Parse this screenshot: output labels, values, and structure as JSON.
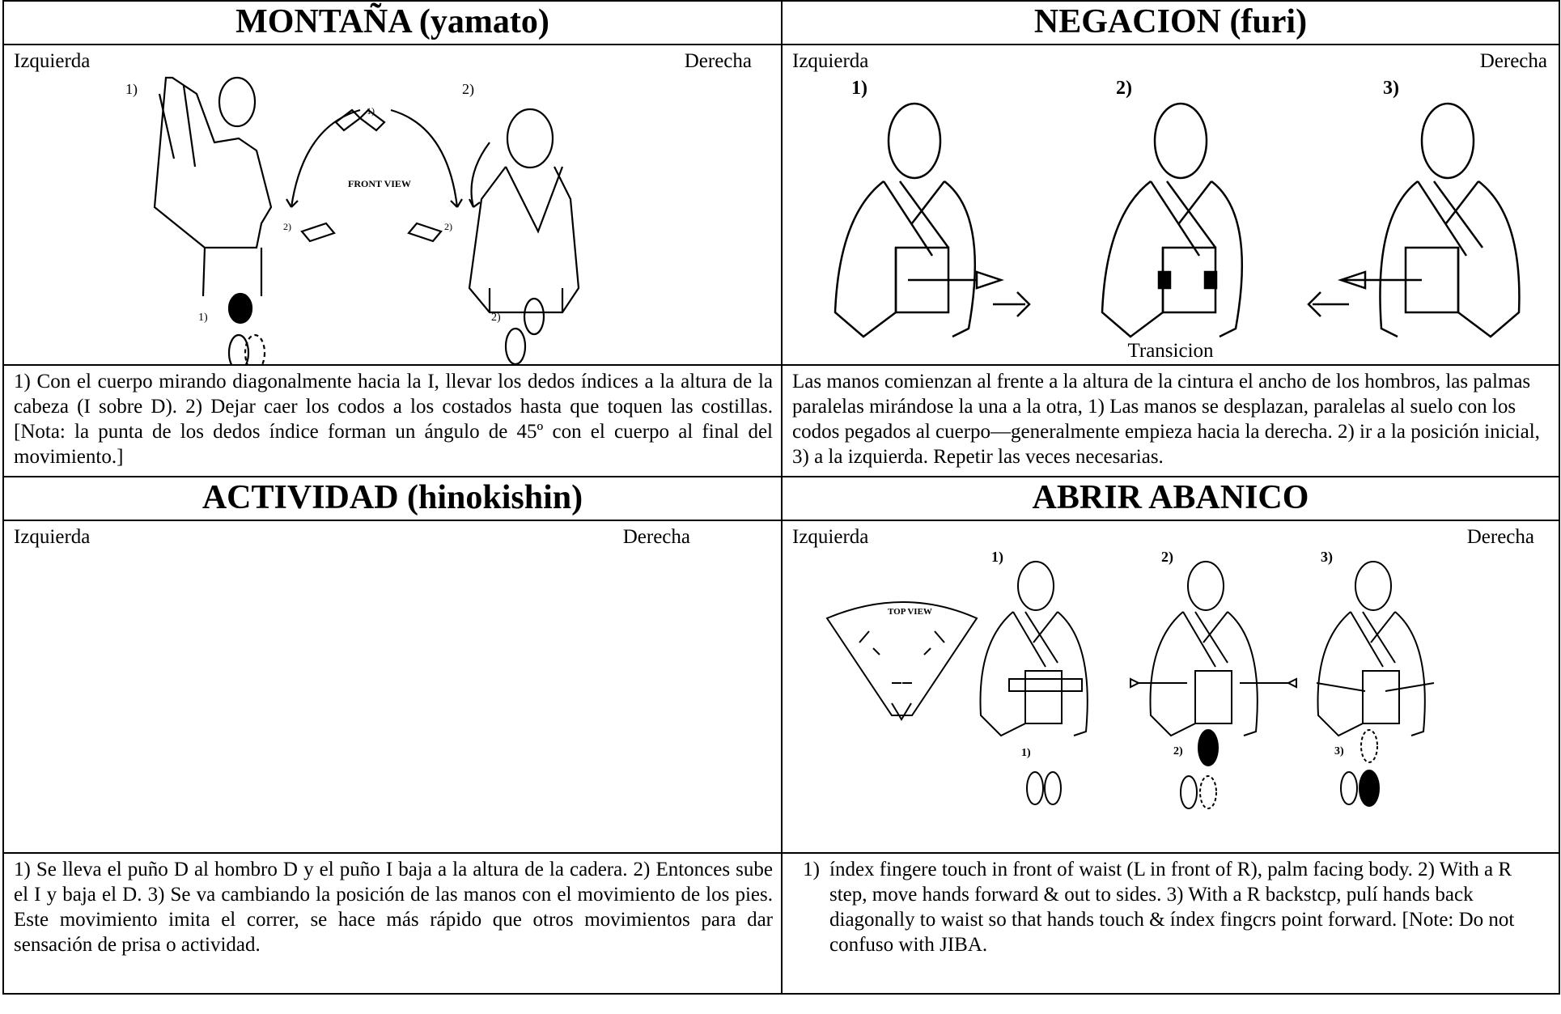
{
  "cells": {
    "montana": {
      "title": "MONTAÑA (yamato)",
      "left_label": "Izquierda",
      "right_label": "Derecha",
      "figure_marks": [
        "1)",
        "1)",
        "2)",
        "2)",
        "2)",
        "2)",
        "1)"
      ],
      "figure_caption": "FRONT VIEW",
      "description": "1) Con el cuerpo mirando diagonalmente hacia la I, llevar los dedos índices a la altura de la cabeza (I sobre D). 2) Dejar caer los codos a los costados hasta que toquen las costillas. [Nota: la punta de los dedos índice forman un ángulo de 45º con el cuerpo al final del movimiento.]"
    },
    "negacion": {
      "title": "NEGACION (furi)",
      "left_label": "Izquierda",
      "right_label": "Derecha",
      "figure_marks": [
        "1)",
        "2)",
        "3)"
      ],
      "transition_label": "Transicion",
      "description": "Las manos comienzan al frente a la altura de la cintura el ancho de los hombros, las palmas paralelas mirándose la una a la otra, 1) Las manos se desplazan, paralelas al suelo con los codos pegados al cuerpo—generalmente empieza hacia la derecha. 2) ir a la posición inicial, 3) a la izquierda. Repetir las veces necesarias."
    },
    "actividad": {
      "title": "ACTIVIDAD (hinokishin)",
      "left_label": "Izquierda",
      "right_label": "Derecha",
      "description": "1) Se lleva el puño D al hombro D y el puño I baja a la altura de la cadera. 2) Entonces sube el I y baja el D. 3) Se va cambiando la posición de las manos con el movimiento de los pies. Este movimiento imita el correr, se hace más rápido que otros movimientos para dar sensación de prisa o actividad."
    },
    "abanico": {
      "title": "ABRIR ABANICO",
      "left_label": "Izquierda",
      "right_label": "Derecha",
      "figure_marks": [
        "1)",
        "2)",
        "3)",
        "1)",
        "2)",
        "3)"
      ],
      "top_view_label": "TOP VIEW",
      "description_number": "1)",
      "description": "índex fingere touch in front of waist (L in front of R), palm facing body. 2) With a R step, move hands forward & out to sides. 3) With a R backstcp, pulí hands back diagonally to waist so that hands touch & índex fingcrs point forward. [Note: Do not confuso with JIBA."
    }
  }
}
